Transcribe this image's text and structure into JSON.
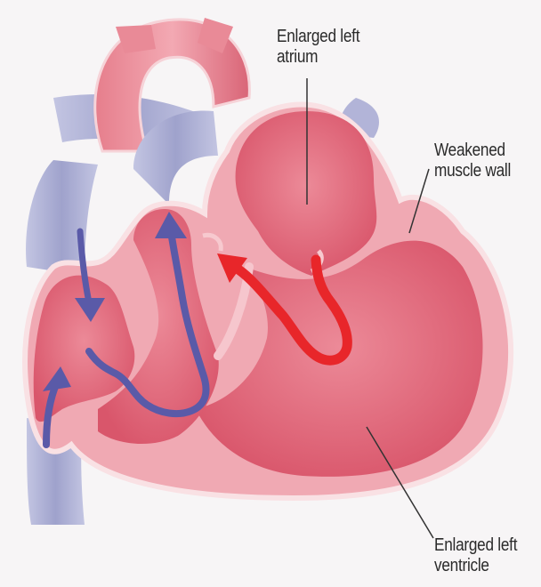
{
  "labels": {
    "atrium": {
      "line1": "Enlarged left",
      "line2": "atrium"
    },
    "muscle": {
      "line1": "Weakened",
      "line2": "muscle wall"
    },
    "ventricle": {
      "line1": "Enlarged left",
      "line2": "ventricle"
    }
  },
  "colors": {
    "background": "#f7f5f6",
    "tissue": "#e98a97",
    "tissue_light": "#f2b6be",
    "chamber": "#e46a7b",
    "vessel": "#a9acd0",
    "oxygen_poor_flow": "#5a5aa8",
    "oxygen_rich_flow": "#e8262a",
    "leader_line": "#333333"
  }
}
